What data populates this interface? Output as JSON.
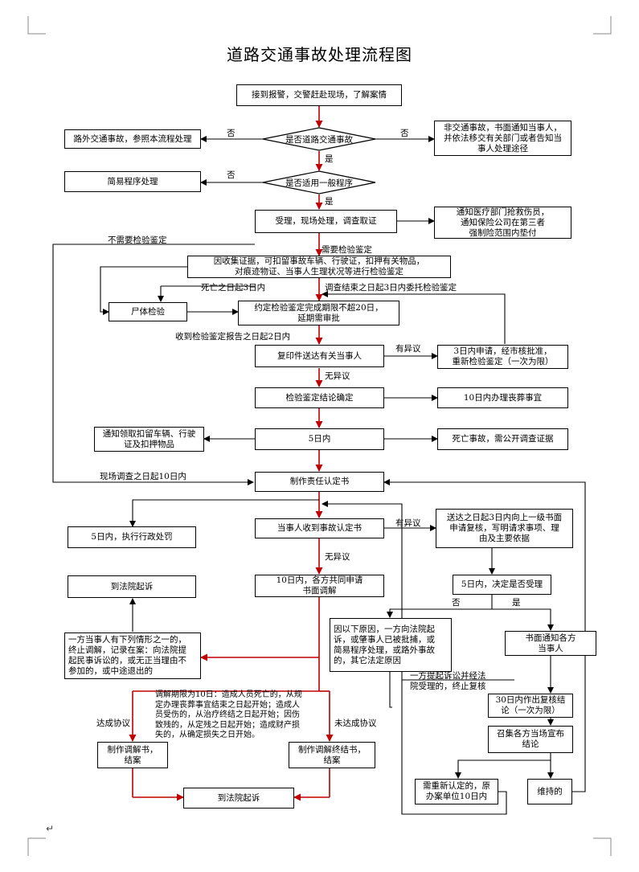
{
  "title": "道路交通事故处理流程图",
  "colors": {
    "main_flow": "#c00000",
    "line": "#000000"
  },
  "boxes": {
    "report": "接到报警，交警赶赴现场，了解案情",
    "outside_road": "路外交通事故，参照本流程处理",
    "non_traffic": "非交通事故，书面通知当事人，\n并依法移交有关部门或者告知当\n事人处理途径",
    "simple_proc": "简易程序处理",
    "accept": "受理，现场处理，调查取证",
    "notify_med": "通知医疗部门抢救伤员，\n通知保险公司在第三者\n强制险范围内垫付",
    "collect": "因收集证据，可扣留事故车辆、行驶证，扣押有关物品，\n对痕迹物证、当事人生理状况等进行检验鉴定",
    "autopsy": "尸体检验",
    "agreement": "约定检验鉴定完成期限不超20日，\n延期需审批",
    "copy_send": "复印件送达有关当事人",
    "reapply": "3日内申请，经市核批准，\n重新检验鉴定（一次为限）",
    "confirm": "检验鉴定结论确定",
    "funeral": "10日内办理丧葬事宜",
    "notify_return": "通知领取扣留车辆、行驶\n证及扣押物品",
    "five_days": "5日内",
    "death_open": "死亡事故，需公开调查证据",
    "make_book": "制作责任认定书",
    "admin_penalty": "5日内，执行行政处罚",
    "receive_book": "当事人收到事故认定书",
    "review_request": "送达之日起3日内向上一级书面\n申请复核，写明请求事项、理\n由及主要依据",
    "court1": "到法院起诉",
    "ten_days": "10日内，各方共同申请\n书面调解",
    "decide_accept": "5日内，决定是否受理",
    "reasons": "因以下原因，一方向法院起\n诉，或肇事人已被批捕，或\n简易程序处理，或路外事故\n的，其它法定原因",
    "notify_written": "书面通知各方\n当事人",
    "terminate_cases": "一方当事人有下列情形之一的，\n终止调解，记录在案：向法院提\n起民事诉讼的，或无正当理由不\n参加的，或中途退出的",
    "thirty_days": "30日内作出复核结\n论（一次为限）",
    "gather": "召集各方当场宣布\n结论",
    "mediation_book": "制作调解书，\n结案",
    "final_book": "制作调解终结书，\n结案",
    "court2": "到法院起诉",
    "redo": "需重新认定的，原\n办案单位10日内",
    "maintain": "维持的"
  },
  "decisions": {
    "is_road": "是否道路交通事故",
    "is_general": "是否适用一般程序"
  },
  "notes": {
    "mediation_period": "调解期限为10日：造成人员死亡的，从规\n定办理丧葬事宜结束之日起开始；造成人\n员受伤的，从治疗终结之日起开始；因伤\n致残的，从定残之日起开始；造成财产损\n失的，从确定损失之日开始。"
  },
  "labels": {
    "no1": "否",
    "yes1": "否",
    "yes_road": "是",
    "no2": "否",
    "yes_general": "是",
    "no_need": "不需要检验鉴定",
    "need": "需要检验鉴定",
    "death3": "死亡之日起3日内",
    "invest_end": "调查结束之日起3日内委托检验鉴定",
    "report2": "收到检验鉴定报告之日起2日内",
    "objection1": "有异议",
    "no_objection1": "无异议",
    "scene10": "现场调查之日起10日内",
    "objection2": "有异议",
    "no_objection2": "无异议",
    "no3": "否",
    "yes3": "是",
    "lawsuit_terminate": "一方提起诉讼并经法\n院受理的，终止复核",
    "reach": "达成协议",
    "not_reach": "未达成协议",
    "return_mark": "↵"
  }
}
